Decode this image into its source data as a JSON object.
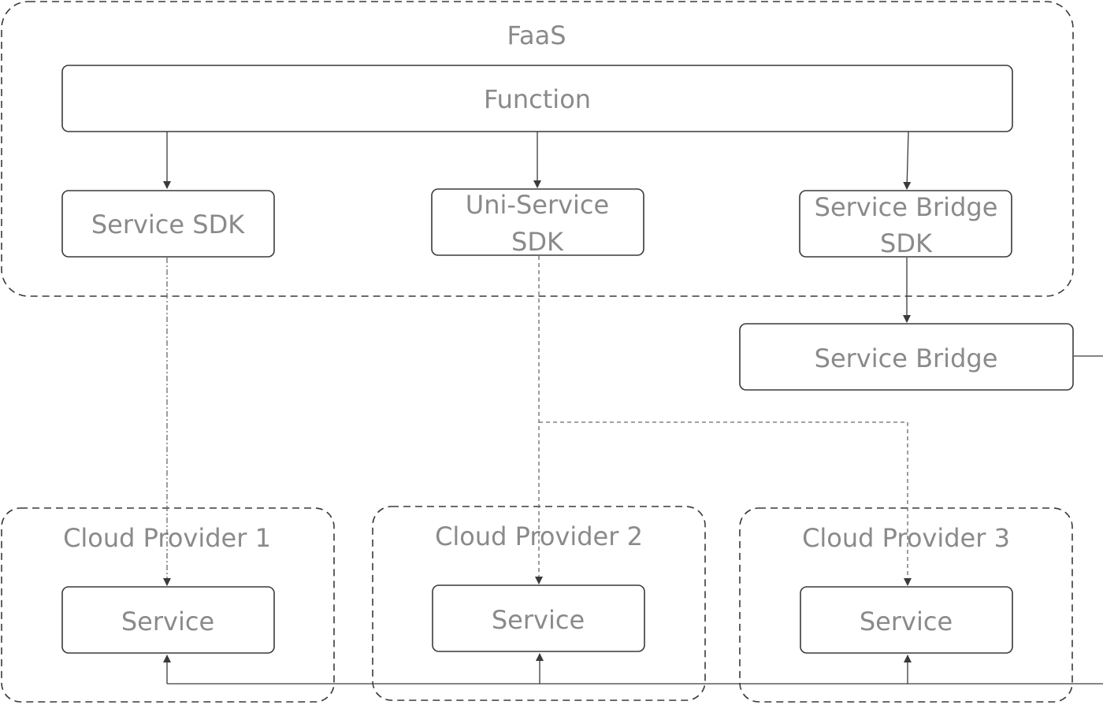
{
  "diagram": {
    "groups": {
      "faas": "FaaS",
      "provider1": "Cloud Provider 1",
      "provider2": "Cloud Provider 2",
      "provider3": "Cloud Provider 3"
    },
    "nodes": {
      "function": "Function",
      "service_sdk": "Service SDK",
      "uni_service_sdk_line1": "Uni-Service",
      "uni_service_sdk_line2": "SDK",
      "bridge_sdk_line1": "Service Bridge",
      "bridge_sdk_line2": "SDK",
      "service_bridge": "Service Bridge",
      "service1": "Service",
      "service2": "Service",
      "service3": "Service"
    }
  }
}
